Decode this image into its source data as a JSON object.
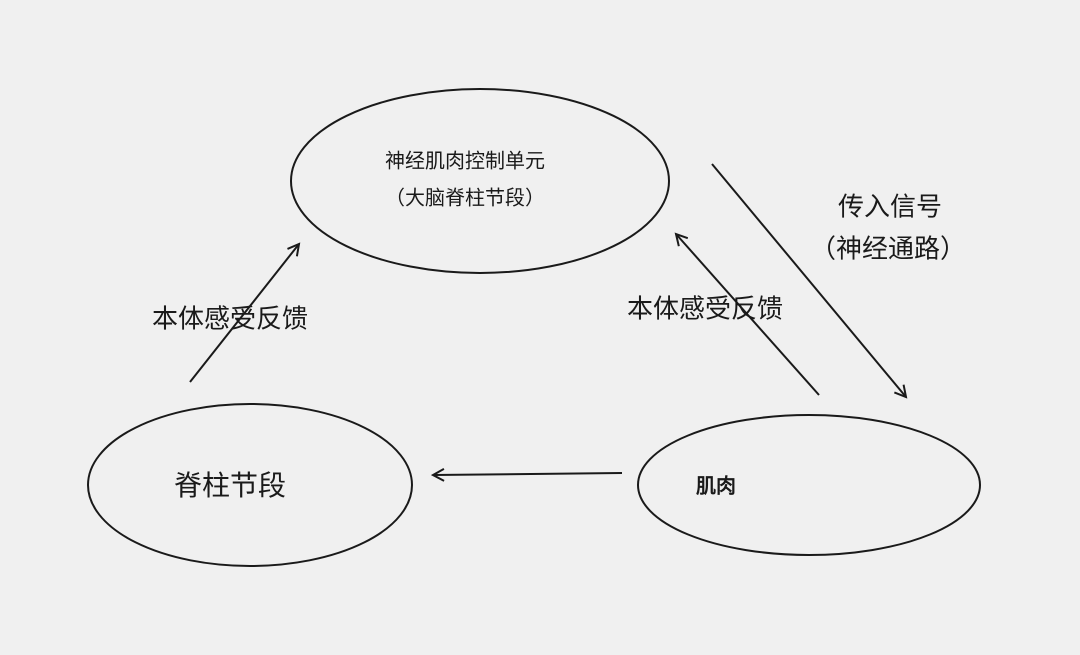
{
  "nodes": {
    "control_unit": {
      "line1": "神经肌肉控制单元",
      "line2": "（大脑脊柱节段）"
    },
    "spinal_segment": {
      "label": "脊柱节段"
    },
    "muscle": {
      "label": "肌肉"
    }
  },
  "edges": {
    "afferent": {
      "line1": "传入信号",
      "line2": "（神经通路）"
    },
    "proprio_left": {
      "label": "本体感受反馈"
    },
    "proprio_right": {
      "label": "本体感受反馈"
    }
  },
  "colors": {
    "background": "#f0f0f0",
    "stroke": "#1a1a1a"
  }
}
